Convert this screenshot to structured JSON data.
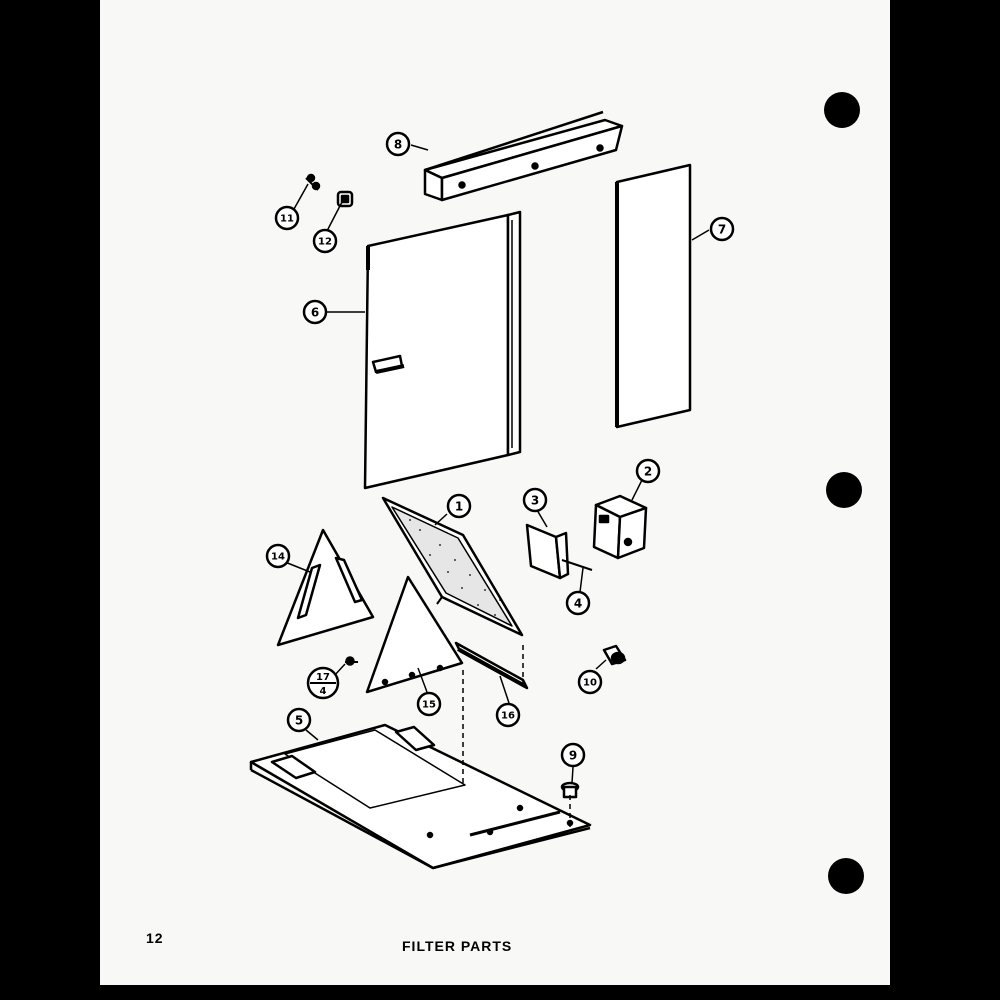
{
  "page": {
    "number": "12",
    "title": "FILTER PARTS"
  },
  "callouts": [
    {
      "id": "1",
      "label": "1"
    },
    {
      "id": "2",
      "label": "2"
    },
    {
      "id": "3",
      "label": "3"
    },
    {
      "id": "4",
      "label": "4"
    },
    {
      "id": "5",
      "label": "5"
    },
    {
      "id": "6",
      "label": "6"
    },
    {
      "id": "7",
      "label": "7"
    },
    {
      "id": "8",
      "label": "8"
    },
    {
      "id": "9",
      "label": "9"
    },
    {
      "id": "10",
      "label": "10"
    },
    {
      "id": "11",
      "label": "11"
    },
    {
      "id": "12",
      "label": "12"
    },
    {
      "id": "14",
      "label": "14"
    },
    {
      "id": "15",
      "label": "15"
    },
    {
      "id": "16",
      "label": "16"
    },
    {
      "id": "17-4",
      "label_top": "17",
      "label_bottom": "4"
    }
  ]
}
